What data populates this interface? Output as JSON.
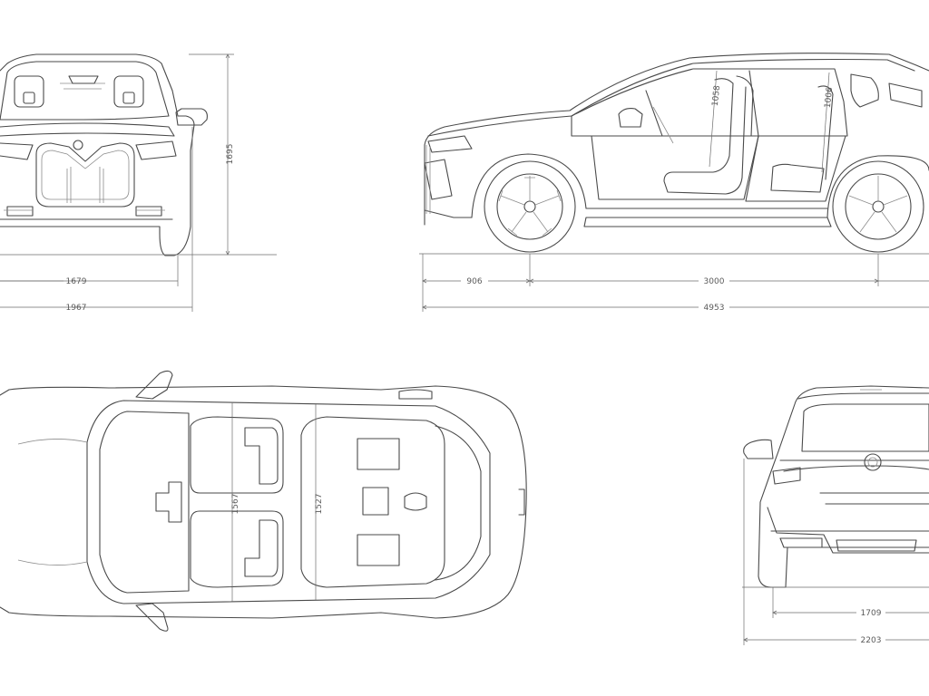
{
  "colors": {
    "line": "#4a4a4a",
    "dimension": "#6e6e6e",
    "background": "#ffffff"
  },
  "front_view": {
    "height": "1695",
    "track": "1679",
    "width": "1967"
  },
  "side_view": {
    "front_overhang": "906",
    "wheelbase": "3000",
    "length": "4953",
    "front_headroom": "1058",
    "rear_headroom": "1006"
  },
  "top_view": {
    "front_shoulder": "1567",
    "rear_shoulder": "1527"
  },
  "rear_view": {
    "track": "1709",
    "width_with_mirrors": "2203"
  }
}
